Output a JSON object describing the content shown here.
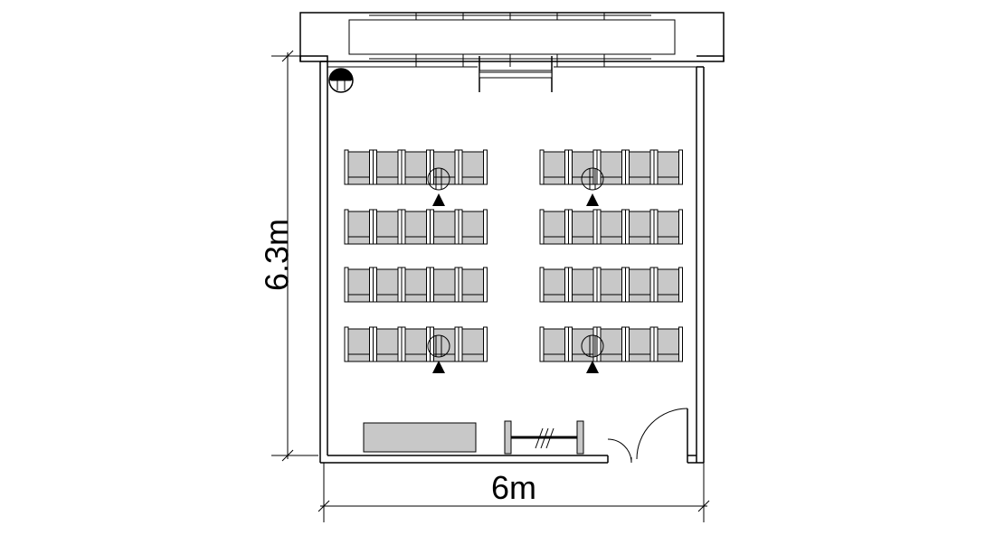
{
  "dimensions": {
    "width_label": "6m",
    "height_label": "6.3m"
  },
  "seating": {
    "rows_per_block": 4,
    "seats_per_row": 5,
    "blocks": 2
  },
  "colors": {
    "line": "#000000",
    "fill": "#c8c8c8",
    "background": "#ffffff"
  }
}
